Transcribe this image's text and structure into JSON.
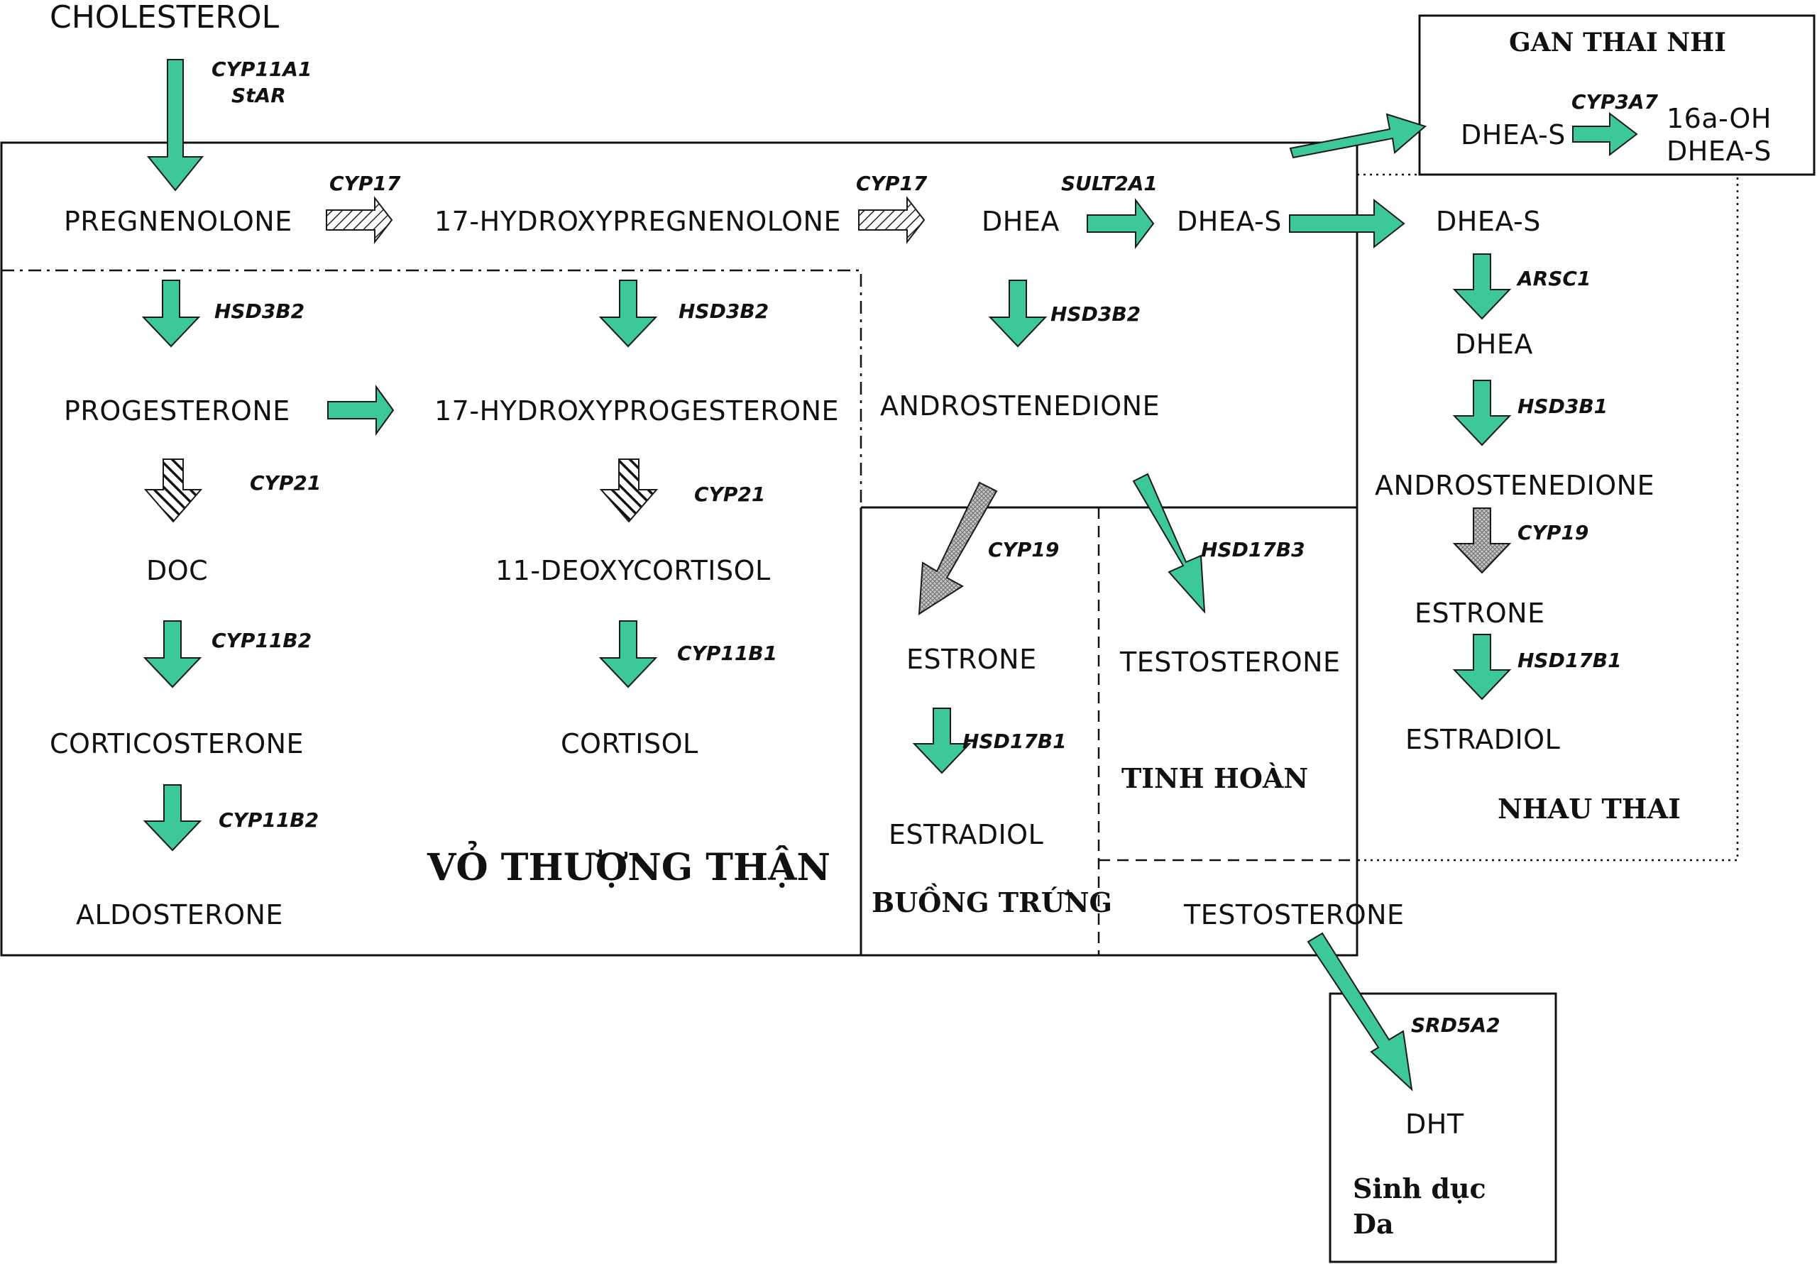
{
  "metabolites": {
    "cholesterol": "CHOLESTEROL",
    "pregnenolone": "PREGNENOLONE",
    "hydroxypregnenolone": "17-HYDROXYPREGNENOLONE",
    "dhea_adrenal": "DHEA",
    "dheas_adrenal": "DHEA-S",
    "progesterone": "PROGESTERONE",
    "hydroxyprogesterone": "17-HYDROXYPROGESTERONE",
    "androstenedione_adrenal": "ANDROSTENEDIONE",
    "doc": "DOC",
    "deoxycortisol": "11-DEOXYCORTISOL",
    "corticosterone": "CORTICOSTERONE",
    "cortisol": "CORTISOL",
    "aldosterone": "ALDOSTERONE",
    "estrone_ovary": "ESTRONE",
    "estradiol_ovary": "ESTRADIOL",
    "testosterone_testis": "TESTOSTERONE",
    "testosterone_out": "TESTOSTERONE",
    "dht": "DHT",
    "dheas_fetal": "DHEA-S",
    "oh_dheas_line1": "16a-OH",
    "oh_dheas_line2": "DHEA-S",
    "dheas_placenta": "DHEA-S",
    "dhea_placenta": "DHEA",
    "androstenedione_placenta": "ANDROSTENEDIONE",
    "estrone_placenta": "ESTRONE",
    "estradiol_placenta": "ESTRADIOL"
  },
  "enzymes": {
    "cyp11a1": "CYP11A1",
    "star": "StAR",
    "cyp17_a": "CYP17",
    "cyp17_b": "CYP17",
    "sult2a1": "SULT2A1",
    "hsd3b2_a": "HSD3B2",
    "hsd3b2_b": "HSD3B2",
    "hsd3b2_c": "HSD3B2",
    "cyp21_a": "CYP21",
    "cyp21_b": "CYP21",
    "cyp11b2_a": "CYP11B2",
    "cyp11b2_b": "CYP11B2",
    "cyp11b1": "CYP11B1",
    "cyp19_ovary": "CYP19",
    "hsd17b3": "HSD17B3",
    "hsd17b1_ovary": "HSD17B1",
    "srd5a2": "SRD5A2",
    "cyp3a7": "CYP3A7",
    "arsc1": "ARSC1",
    "hsd3b1": "HSD3B1",
    "cyp19_placenta": "CYP19",
    "hsd17b1_placenta": "HSD17B1"
  },
  "regions": {
    "adrenal_cortex": "VỎ THƯỢNG THẬN",
    "ovary": "BUỒNG TRỨNG",
    "testis": "TINH HOÀN",
    "placenta": "NHAU THAI",
    "fetal_liver": "GAN THAI NHI",
    "genital_line1": "Sinh dục",
    "genital_line2": "Da"
  },
  "colors": {
    "arrow_green": "#3cc89a",
    "line": "#111111"
  }
}
